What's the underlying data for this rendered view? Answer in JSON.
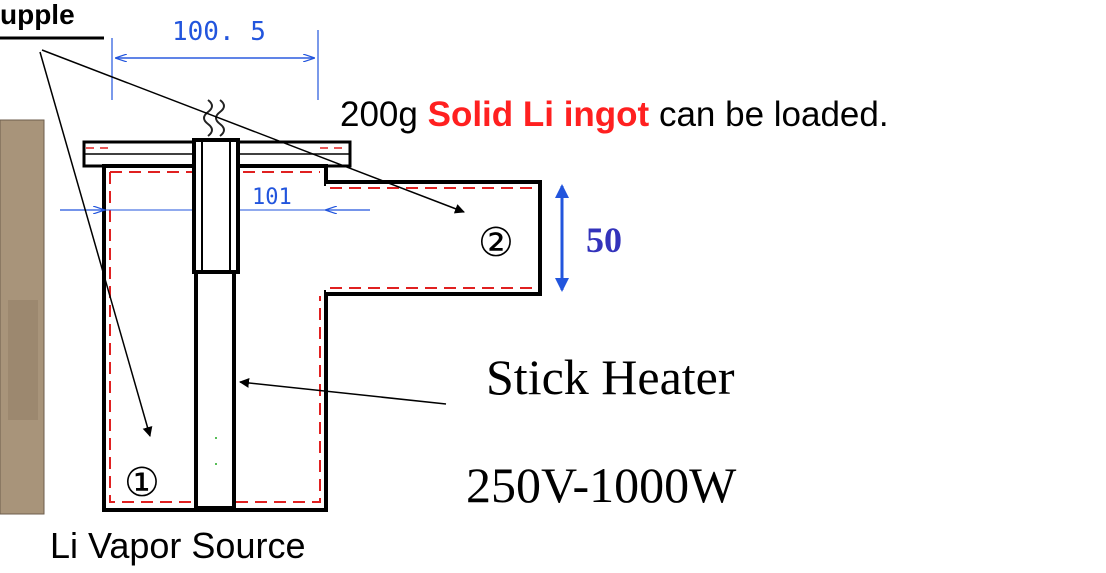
{
  "labels": {
    "thermocouple": "upple",
    "top_dimension": "100. 5",
    "inner_dimension": "101",
    "solid_li_prefix": "200g ",
    "solid_li_highlight": "Solid Li ingot",
    "solid_li_suffix": " can be loaded.",
    "marker_one": "①",
    "marker_two": "②",
    "side_dimension": "50",
    "heater_name": "Stick Heater",
    "heater_rating": "250V-1000W",
    "source_caption": "Li Vapor Source"
  },
  "colors": {
    "outline": "#000000",
    "liner_dash": "#e02020",
    "dimension_blue": "#2255dd",
    "highlight_red": "#ff2020",
    "side_label_blue": "#3333bb",
    "photo": "#a8947a"
  }
}
